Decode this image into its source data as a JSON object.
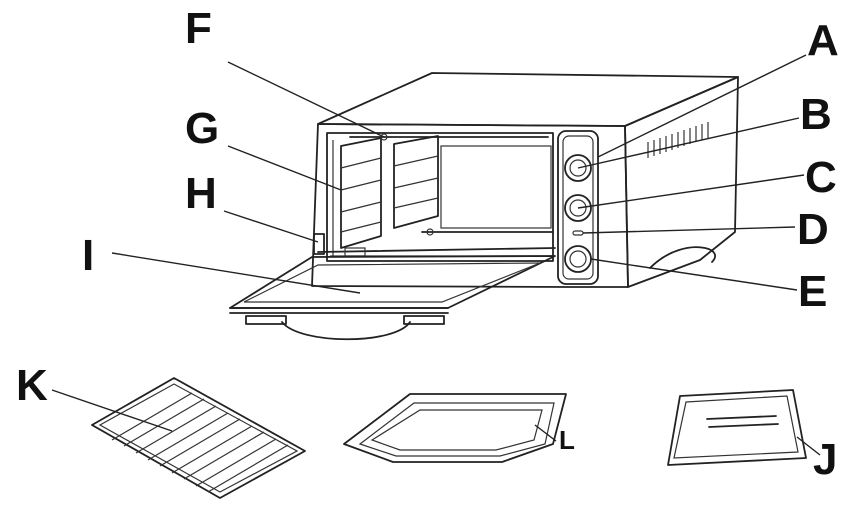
{
  "labels": {
    "A": "A",
    "B": "B",
    "C": "C",
    "D": "D",
    "E": "E",
    "F": "F",
    "G": "G",
    "H": "H",
    "I": "I",
    "K": "K",
    "L": "L",
    "J": "J"
  }
}
